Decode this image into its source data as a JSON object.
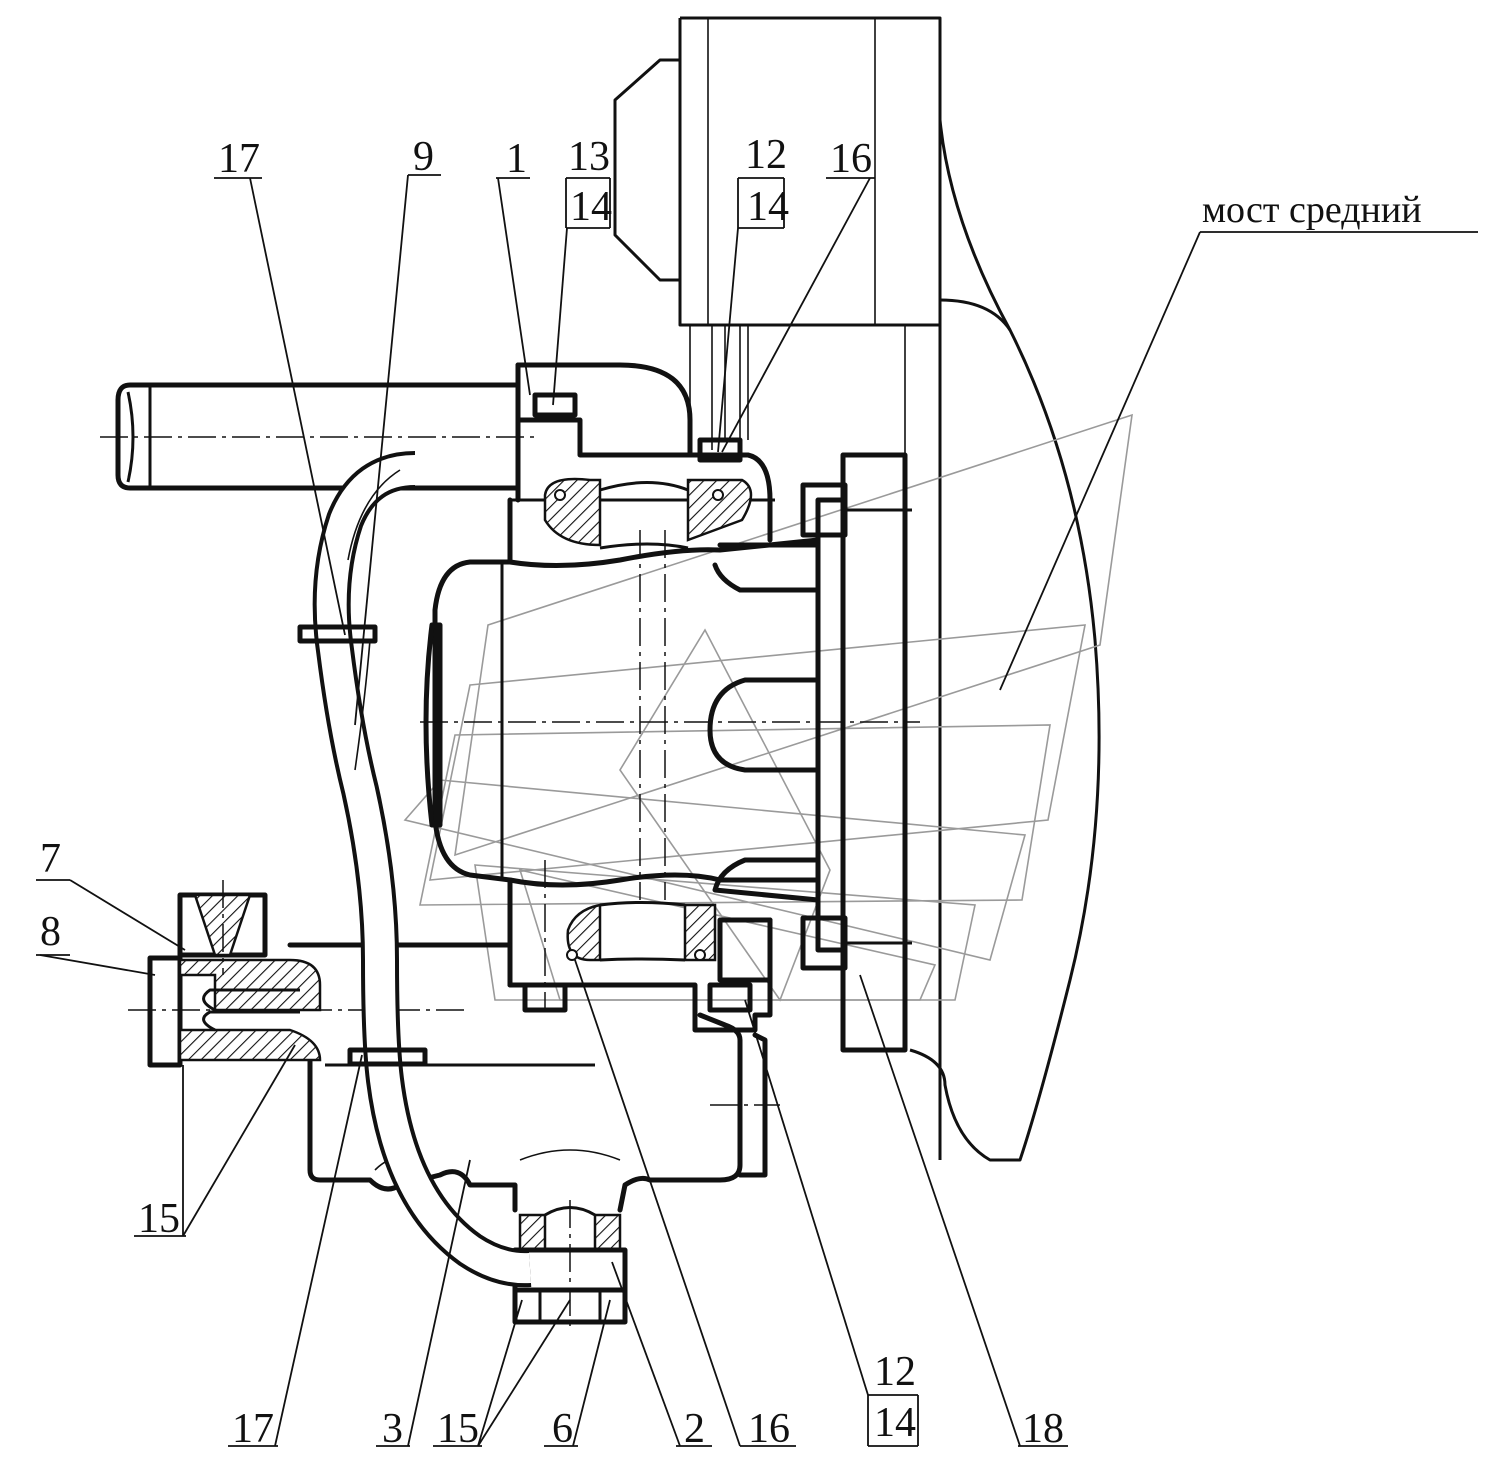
{
  "diagram": {
    "callouts": {
      "c17_top": "17",
      "c9": "9",
      "c1": "1",
      "c13": "13",
      "c14_a": "14",
      "c12_a": "12",
      "c14_b": "14",
      "c16_top": "16",
      "c_bridge": "мост средний",
      "c7": "7",
      "c8": "8",
      "c15_left": "15",
      "c17_bottom": "17",
      "c3": "3",
      "c15_bottom": "15",
      "c6": "6",
      "c2": "2",
      "c16_bottom": "16",
      "c12_b": "12",
      "c14_c": "14",
      "c18": "18"
    },
    "colors": {
      "line": "#111111",
      "ghost": "#9a9a9a",
      "background": "#ffffff"
    }
  }
}
